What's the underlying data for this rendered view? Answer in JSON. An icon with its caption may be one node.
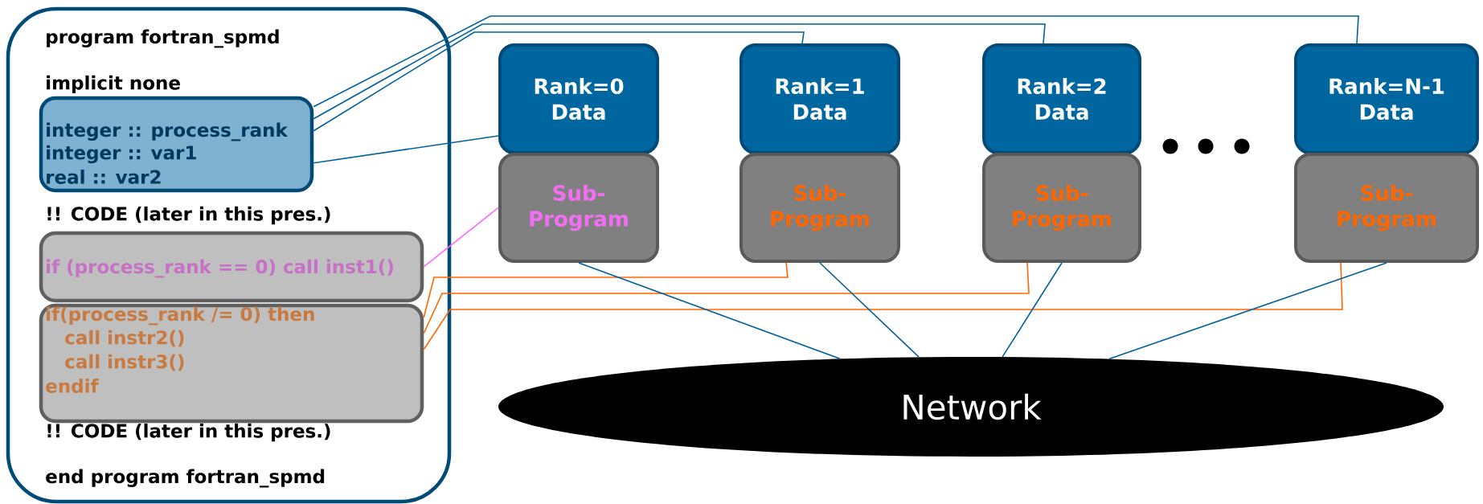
{
  "diagram": {
    "nodes": [
      {
        "text": [
          "program fortran_spmd",
          "implicit none",
          "!! CODE (later in this pres.)",
          "!! CODE (later in this pres.)",
          "end program fortran_spmd"
        ]
      },
      {
        "text": [
          "integer :: process_rank",
          "integer :: var1",
          "real :: var2"
        ],
        "in": 0
      },
      {
        "text": [
          "if (process_rank == 0) call inst1()"
        ],
        "in": 0
      },
      {
        "text": [
          "if(process_rank /= 0) then",
          "call instr2()",
          "call instr3()",
          "endif"
        ],
        "in": 0
      },
      {
        "text": [
          "Rank=0 Data"
        ]
      },
      {
        "text": [
          "Rank=1 Data"
        ]
      },
      {
        "text": [
          "Rank=2 Data"
        ]
      },
      {
        "text": [
          "Rank=N-1 Data"
        ]
      },
      {
        "text": [
          "Sub-Program"
        ]
      },
      {
        "text": [
          "Sub-Program"
        ]
      },
      {
        "text": [
          "Sub-Program"
        ]
      },
      {
        "text": [
          "Sub-Program"
        ]
      },
      {
        "text": [
          "Network"
        ]
      }
    ],
    "edges": [
      {
        "from": 1,
        "to": 4,
        "arrow": "none"
      },
      {
        "from": 1,
        "to": 5,
        "arrow": "none"
      },
      {
        "from": 1,
        "to": 6,
        "arrow": "none"
      },
      {
        "from": 1,
        "to": 7,
        "arrow": "none"
      },
      {
        "from": 2,
        "to": 8,
        "arrow": "none",
        "color": "#ff66ff"
      },
      {
        "from": 3,
        "to": 9,
        "arrow": "none",
        "color": "#ff6600"
      },
      {
        "from": 3,
        "to": 10,
        "arrow": "none",
        "color": "#ff6600"
      },
      {
        "from": 3,
        "to": 11,
        "arrow": "none",
        "color": "#ff6600"
      },
      {
        "from": 8,
        "to": 12,
        "arrow": "none"
      },
      {
        "from": 9,
        "to": 12,
        "arrow": "none"
      },
      {
        "from": 10,
        "to": 12,
        "arrow": "none"
      },
      {
        "from": 11,
        "to": 12,
        "arrow": "none"
      }
    ]
  }
}
